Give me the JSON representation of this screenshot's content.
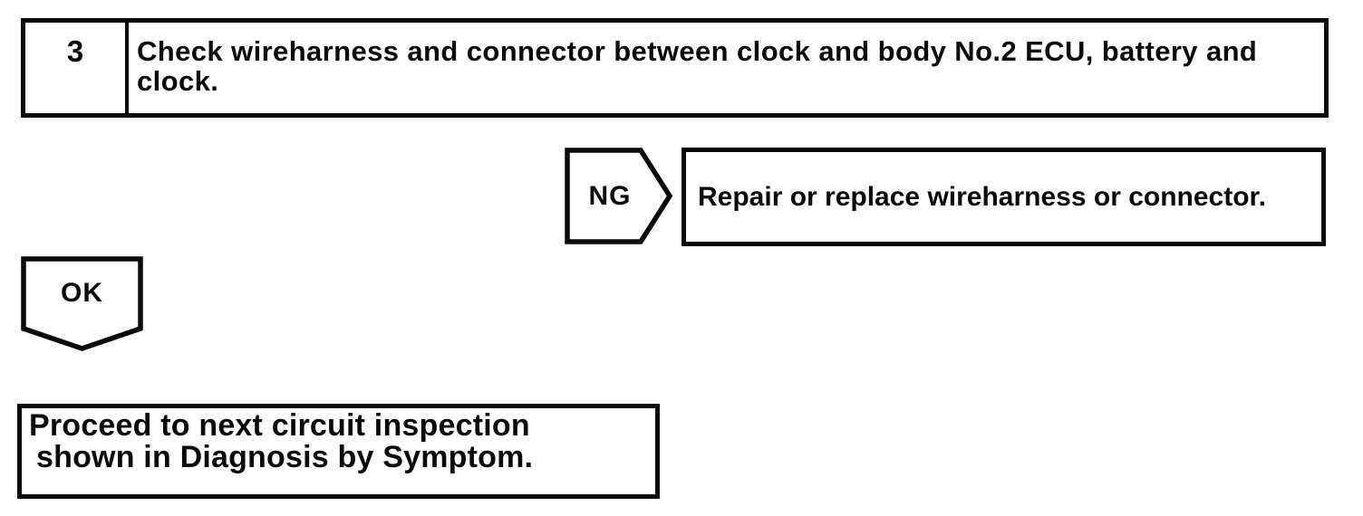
{
  "page": {
    "background": "#ffffff",
    "ink": "#0a0a0a"
  },
  "flowchart": {
    "step_box": {
      "number": "3",
      "instruction": "Check wireharness and connector between clock and body No.2 ECU, battery and clock."
    },
    "ng_branch": {
      "connector_label": "NG",
      "action": "Repair or replace wireharness or connector."
    },
    "ok_branch": {
      "connector_label": "OK",
      "action_lines": [
        "Proceed to next circuit inspection",
        "shown in Diagnosis by Symptom."
      ]
    }
  }
}
